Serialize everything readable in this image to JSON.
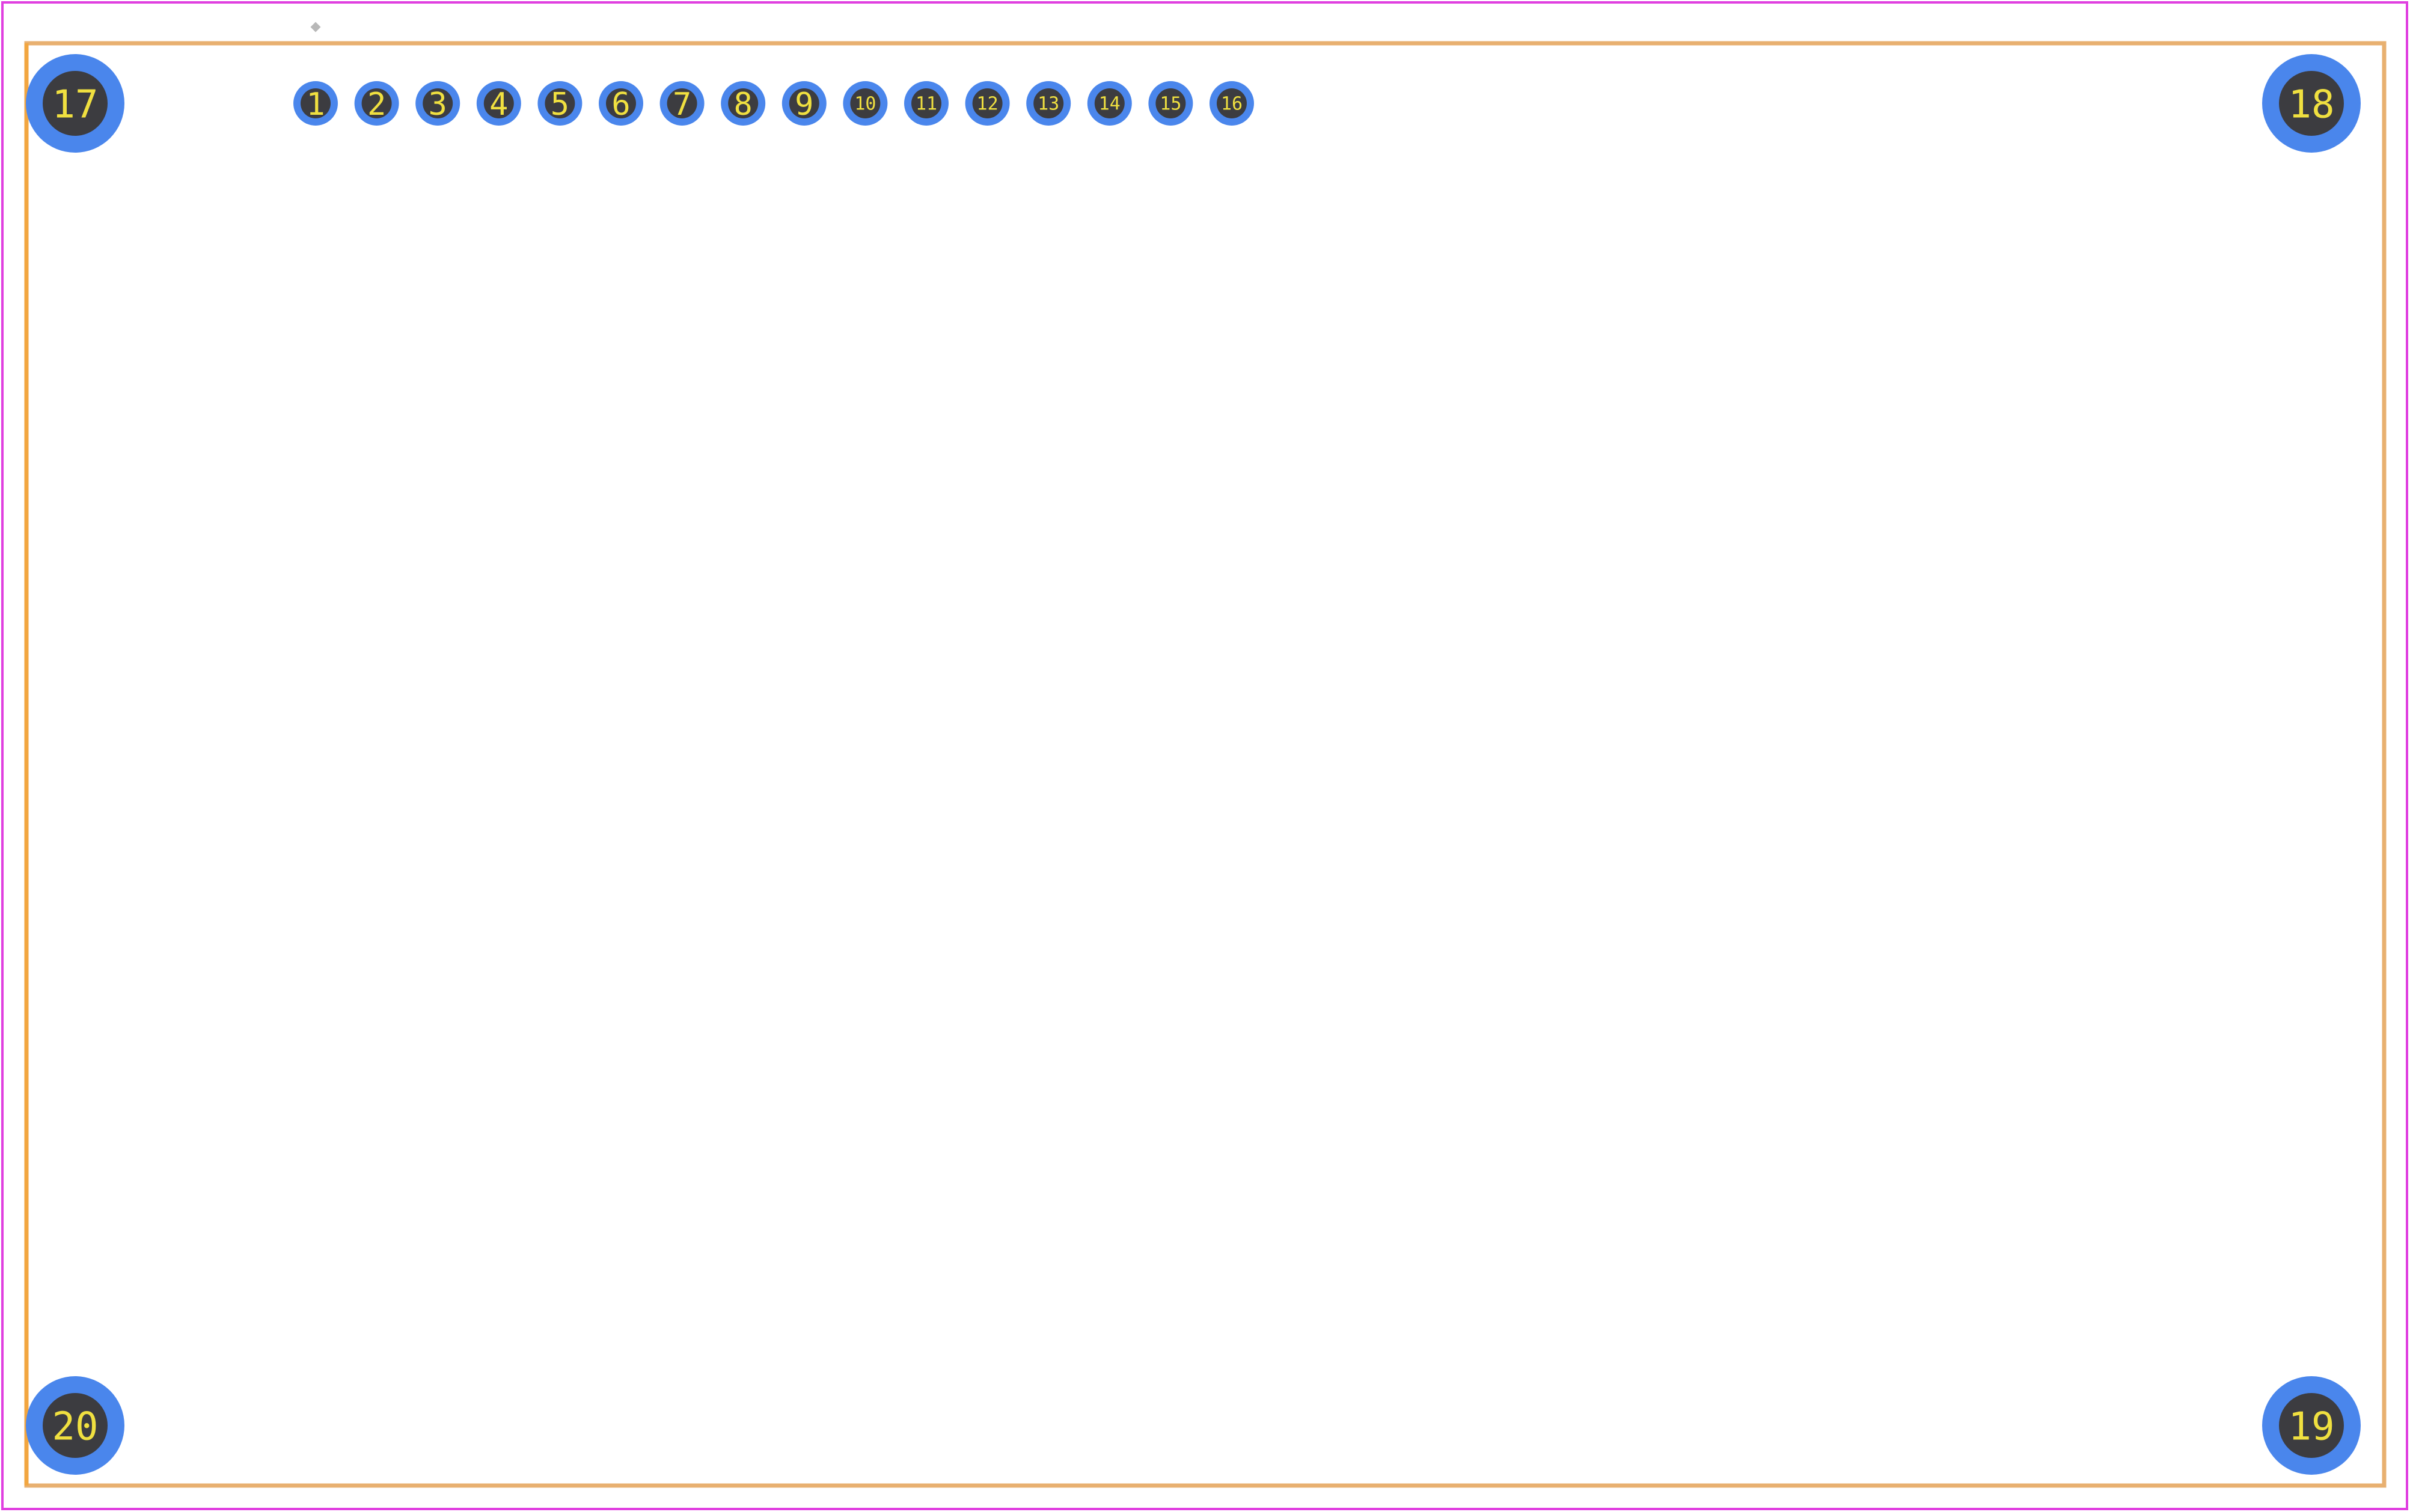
{
  "colors": {
    "background": "#ffffff",
    "courtyard": "#e040e0",
    "silkscreen": "#e8b070",
    "pad_copper": "#4a86ec",
    "pad_hole": "#3c3c40",
    "pad_label": "#f0e040",
    "pin1_marker": "#b8b8b8"
  },
  "header_pins": [
    {
      "number": "1"
    },
    {
      "number": "2"
    },
    {
      "number": "3"
    },
    {
      "number": "4"
    },
    {
      "number": "5"
    },
    {
      "number": "6"
    },
    {
      "number": "7"
    },
    {
      "number": "8"
    },
    {
      "number": "9"
    },
    {
      "number": "10"
    },
    {
      "number": "11"
    },
    {
      "number": "12"
    },
    {
      "number": "13"
    },
    {
      "number": "14"
    },
    {
      "number": "15"
    },
    {
      "number": "16"
    }
  ],
  "mounting_holes": [
    {
      "number": "17",
      "corner": "top-left"
    },
    {
      "number": "18",
      "corner": "top-right"
    },
    {
      "number": "19",
      "corner": "bottom-right"
    },
    {
      "number": "20",
      "corner": "bottom-left"
    }
  ]
}
